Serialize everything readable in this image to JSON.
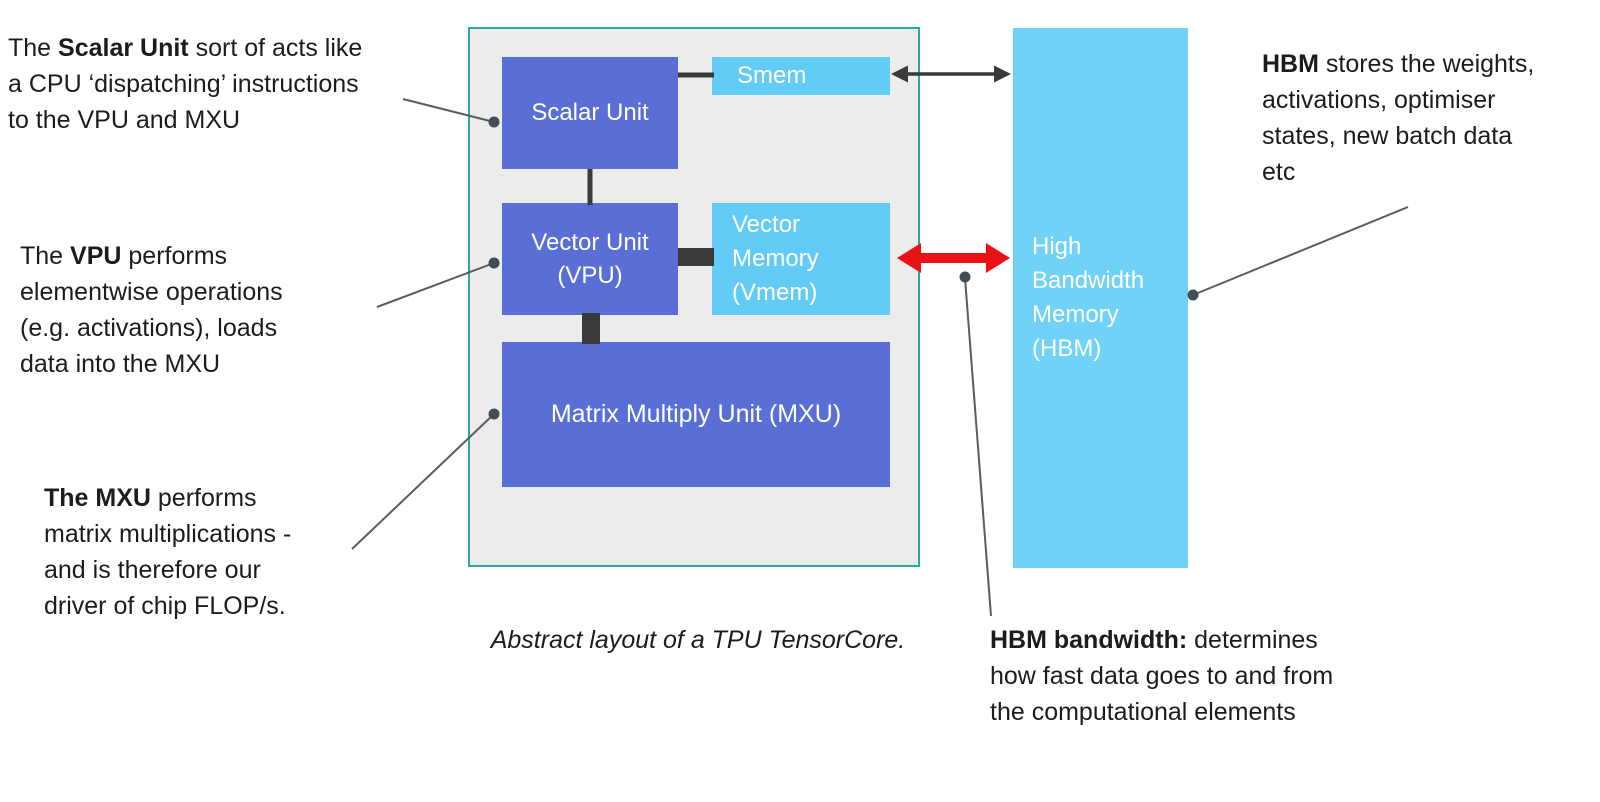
{
  "caption": "Abstract layout of a TPU TensorCore.",
  "blocks": {
    "scalar_unit": {
      "label": "Scalar Unit"
    },
    "smem": {
      "label": "Smem"
    },
    "vector_unit": {
      "lines": [
        "Vector Unit",
        "(VPU)"
      ]
    },
    "vmem": {
      "lines": [
        "Vector",
        "Memory",
        "(Vmem)"
      ]
    },
    "mxu": {
      "label": "Matrix Multiply Unit (MXU)"
    },
    "hbm": {
      "lines": [
        "High",
        "Bandwidth",
        "Memory",
        "(HBM)"
      ]
    }
  },
  "annotations": {
    "scalar": {
      "pre": "The ",
      "bold": "Scalar Unit",
      "post": " sort of acts like a CPU ‘dispatching’ instructions to the VPU and MXU"
    },
    "vpu": {
      "pre": "The ",
      "bold": "VPU",
      "post": " performs elementwise operations (e.g. activations), loads data into the MXU"
    },
    "mxu": {
      "pre": "",
      "bold": "The MXU",
      "post": " performs matrix multiplications - and is therefore our driver of chip FLOP/s."
    },
    "hbm": {
      "pre": "",
      "bold": "HBM",
      "post": " stores the weights, activations, optimiser states, new batch data etc"
    },
    "hbm_bandwidth": {
      "pre": "",
      "bold": "HBM bandwidth:",
      "post": " determines how fast data goes to and from the computational elements"
    }
  },
  "colors": {
    "compute_blue": "#5a6fd6",
    "memory_cyan": "#63ccf6",
    "hbm_cyan": "#70d2f7",
    "container_fill": "#ececec",
    "container_border": "#2ba8a2",
    "red_arrow": "#e91317",
    "dark_connector": "#3a3a3a",
    "leader_line": "#5c5c5c"
  }
}
